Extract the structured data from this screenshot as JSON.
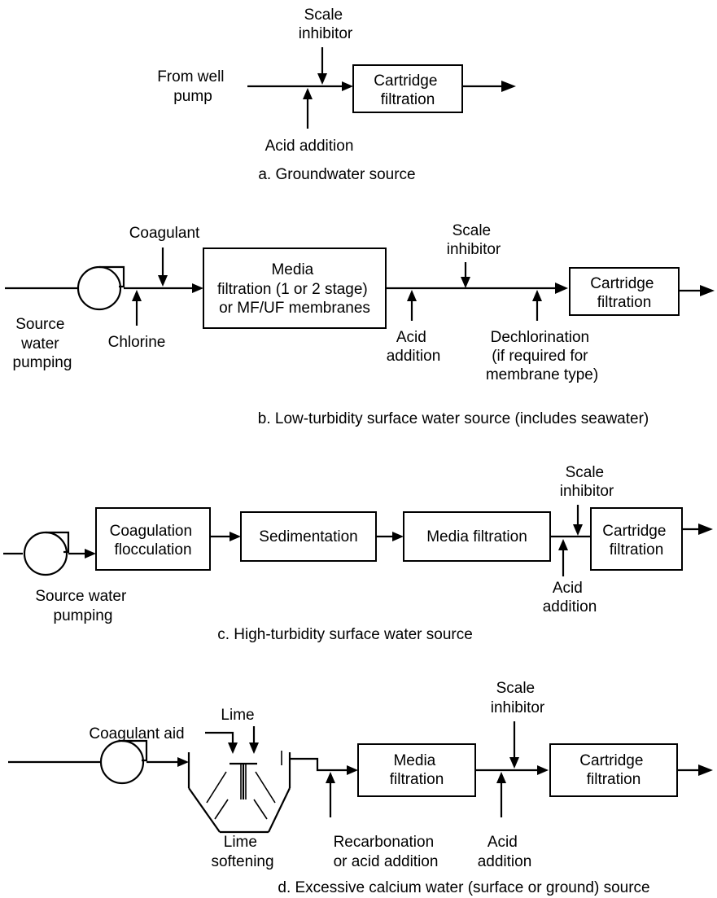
{
  "panel_a": {
    "caption": "a. Groundwater source",
    "from_label": [
      "From well",
      "pump"
    ],
    "scale_inhibitor": [
      "Scale",
      "inhibitor"
    ],
    "acid_addition": "Acid addition",
    "cartridge": [
      "Cartridge",
      "filtration"
    ]
  },
  "panel_b": {
    "caption": "b. Low-turbidity surface water source (includes seawater)",
    "coagulant": "Coagulant",
    "chlorine": "Chlorine",
    "source_pumping": [
      "Source",
      "water",
      "pumping"
    ],
    "media_box": [
      "Media",
      "filtration (1 or 2 stage)",
      "or MF/UF membranes"
    ],
    "acid_addition": [
      "Acid",
      "addition"
    ],
    "scale_inhibitor": [
      "Scale",
      "inhibitor"
    ],
    "dechlorination": [
      "Dechlorination",
      "(if required for",
      "membrane type)"
    ],
    "cartridge": [
      "Cartridge",
      "filtration"
    ]
  },
  "panel_c": {
    "caption": "c. High-turbidity surface water source",
    "source_pumping": [
      "Source water",
      "pumping"
    ],
    "coag_box": [
      "Coagulation",
      "flocculation"
    ],
    "sed_box": "Sedimentation",
    "media_box": "Media filtration",
    "scale_inhibitor": [
      "Scale",
      "inhibitor"
    ],
    "acid_addition": [
      "Acid",
      "addition"
    ],
    "cartridge": [
      "Cartridge",
      "filtration"
    ]
  },
  "panel_d": {
    "caption": "d. Excessive calcium water (surface or ground) source",
    "coagulant_aid": "Coagulant aid",
    "lime": "Lime",
    "lime_softening": [
      "Lime",
      "softening"
    ],
    "recarbonation": [
      "Recarbonation",
      "or acid addition"
    ],
    "media_box": [
      "Media",
      "filtration"
    ],
    "scale_inhibitor": [
      "Scale",
      "inhibitor"
    ],
    "acid_addition": [
      "Acid",
      "addition"
    ],
    "cartridge": [
      "Cartridge",
      "filtration"
    ]
  }
}
